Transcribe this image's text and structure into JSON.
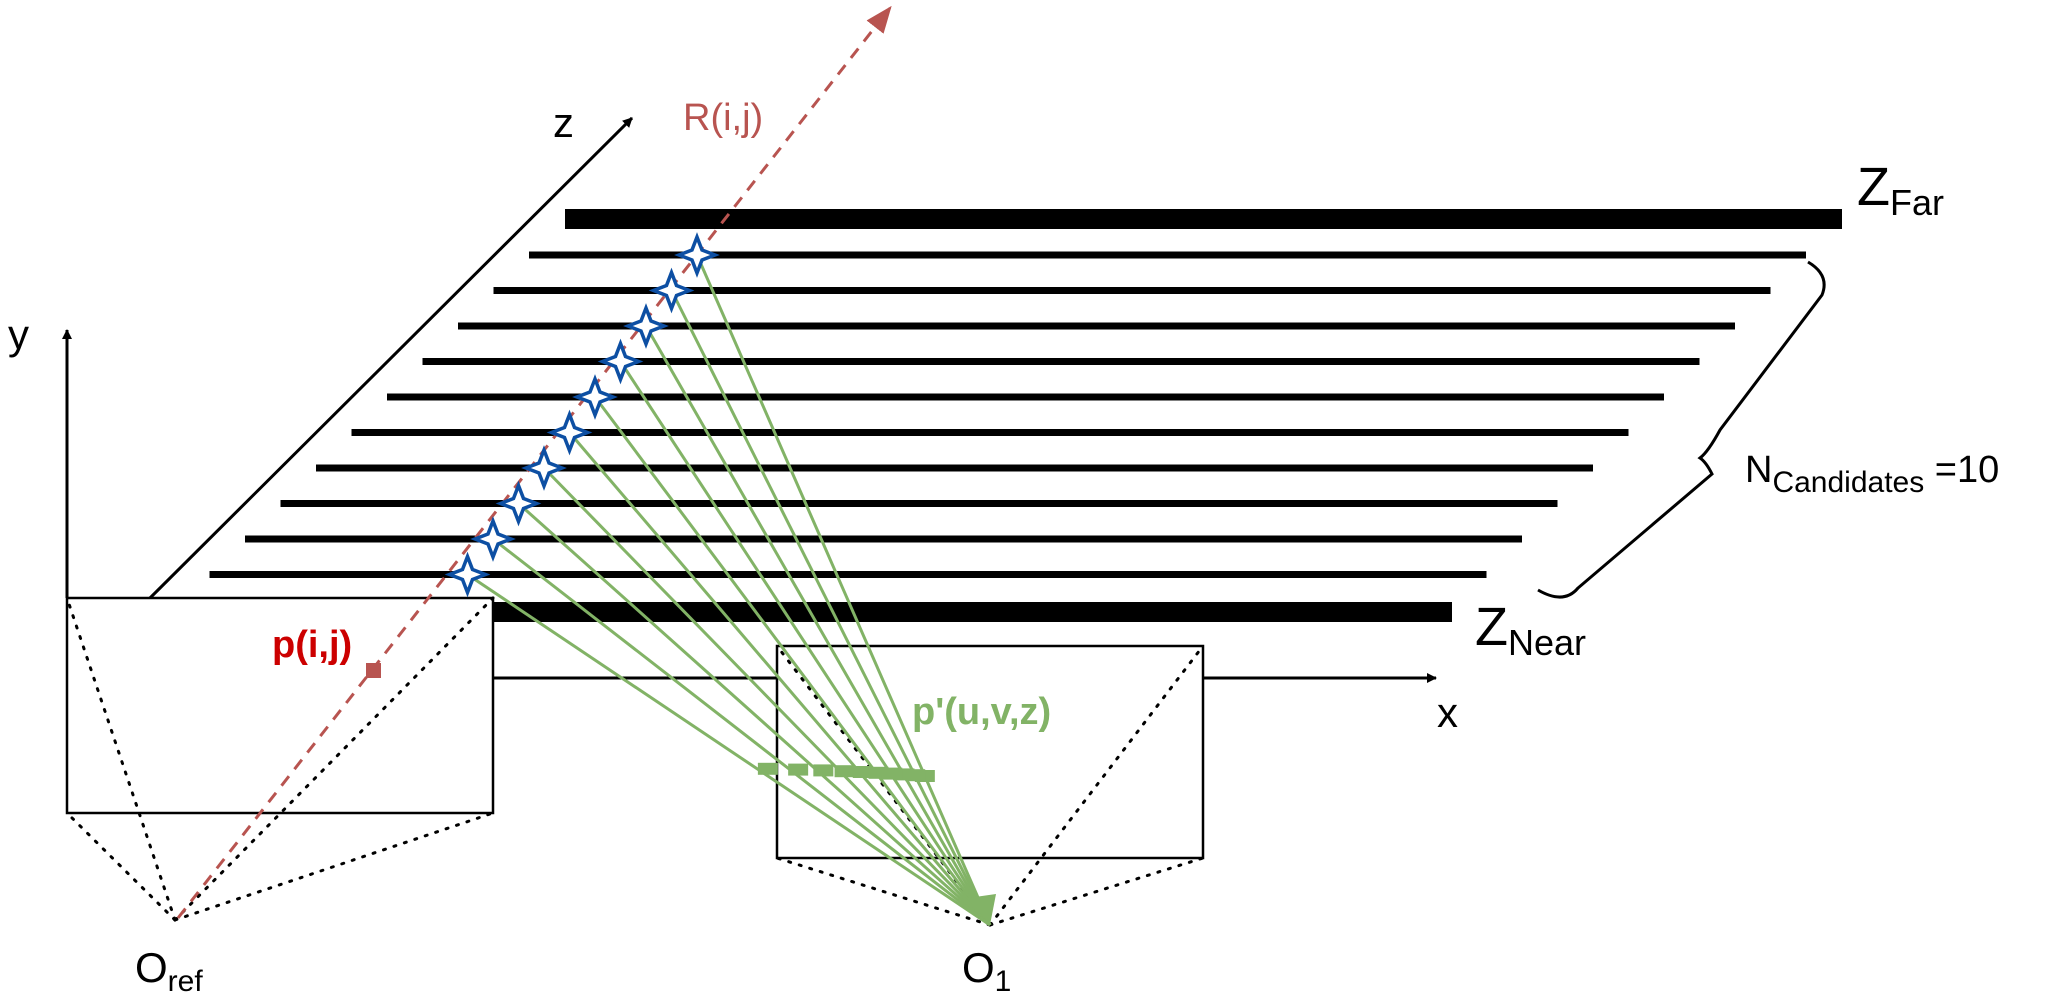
{
  "labels": {
    "axis_z": "z",
    "axis_y": "y",
    "axis_x": "x",
    "ray": "R(i,j)",
    "z_far_main": "Z",
    "z_far_sub": "Far",
    "z_near_main": "Z",
    "z_near_sub": "Near",
    "n_candidates_main": "N",
    "n_candidates_sub": "Candidates",
    "n_candidates_value": " =10",
    "pixel_ref": "p(i,j)",
    "pixel_proj": "p'(u,v,z)",
    "origin_ref_main": "O",
    "origin_ref_sub": "ref",
    "origin_1_main": "O",
    "origin_1_sub": "1"
  },
  "diagram": {
    "n_candidates": 10
  },
  "colors": {
    "ray": "#b85450",
    "pixel_ref": "#cc0000",
    "projection": "#82b366",
    "star_outline": "#0d4fa3",
    "planes": "#000000"
  }
}
